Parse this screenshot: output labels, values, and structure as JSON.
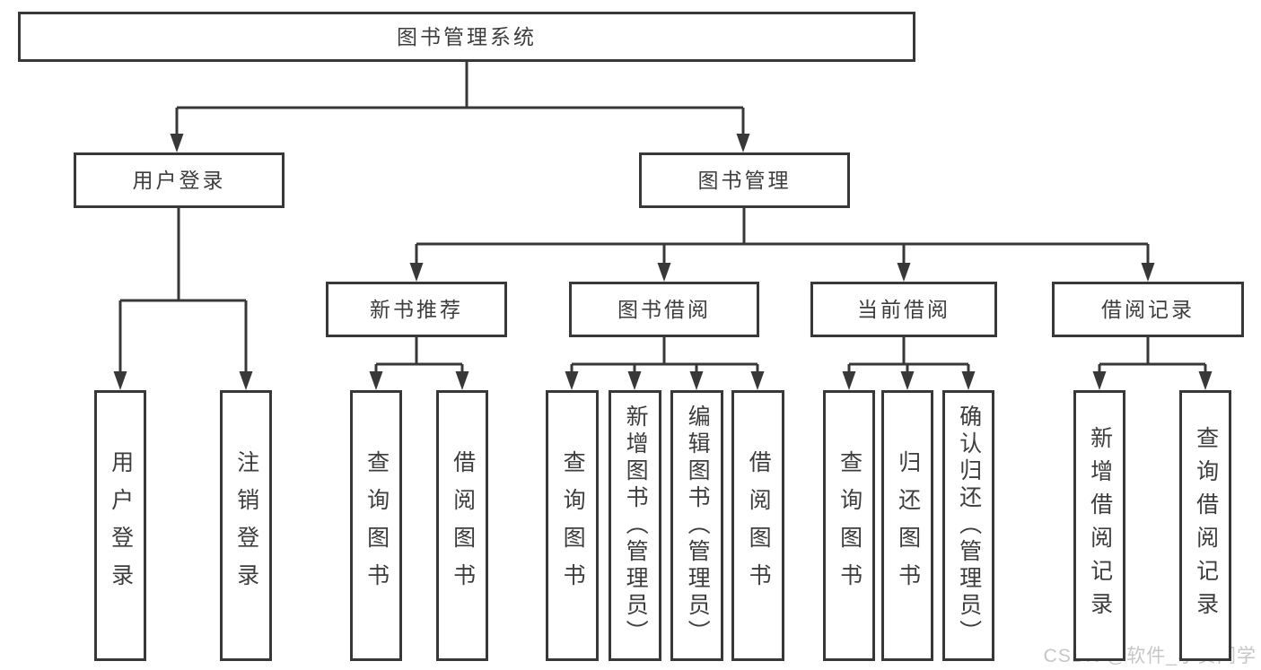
{
  "diagram": {
    "title": "图书管理系统",
    "nodes": [
      {
        "id": "root",
        "label": "图书管理系统"
      },
      {
        "id": "user-login",
        "label": "用户登录"
      },
      {
        "id": "book-mgmt",
        "label": "图书管理"
      },
      {
        "id": "leaf-user-login",
        "label": "用户登录"
      },
      {
        "id": "leaf-logout",
        "label": "注销登录"
      },
      {
        "id": "new-book-rec",
        "label": "新书推荐"
      },
      {
        "id": "book-borrow",
        "label": "图书借阅"
      },
      {
        "id": "current-borrow",
        "label": "当前借阅"
      },
      {
        "id": "borrow-record",
        "label": "借阅记录"
      },
      {
        "id": "nbr-query",
        "label": "查询图书"
      },
      {
        "id": "nbr-borrow",
        "label": "借阅图书"
      },
      {
        "id": "bb-query",
        "label": "查询图书"
      },
      {
        "id": "bb-add",
        "label": "新增图书（管理员）"
      },
      {
        "id": "bb-edit",
        "label": "编辑图书（管理员）"
      },
      {
        "id": "bb-borrow",
        "label": "借阅图书"
      },
      {
        "id": "cb-query",
        "label": "查询图书"
      },
      {
        "id": "cb-return",
        "label": "归还图书"
      },
      {
        "id": "cb-confirm",
        "label": "确认归还（管理员）"
      },
      {
        "id": "br-add",
        "label": "新增借阅记录"
      },
      {
        "id": "br-query",
        "label": "查询借阅记录"
      }
    ],
    "watermark": "CSDN @软件_小贺同学",
    "colors": {
      "line": "#383838",
      "text": "#3d3d3d",
      "watermark": "#c6c6c6",
      "background": "#ffffff"
    }
  }
}
